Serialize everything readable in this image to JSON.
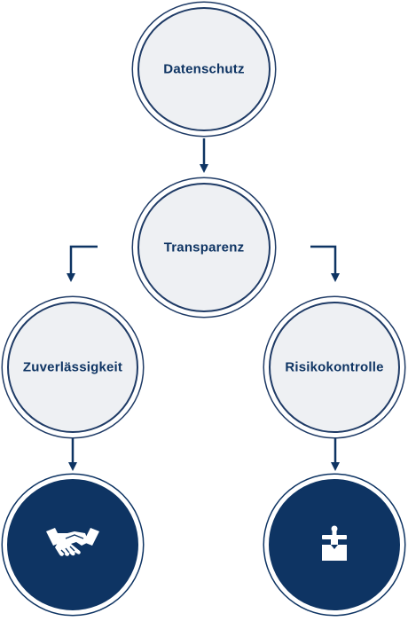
{
  "nodes": {
    "datenschutz": {
      "label": "Datenschutz"
    },
    "transparenz": {
      "label": "Transparenz"
    },
    "zuverlaessigkeit": {
      "label": "Zuverlässigkeit"
    },
    "risikokontrolle": {
      "label": "Risikokontrolle"
    }
  },
  "icons": {
    "left": "handshake-icon",
    "right": "anvil-icon"
  },
  "colors": {
    "navy": "#0e3463",
    "light_fill": "#eef0f3",
    "outline": "#1f3b66"
  }
}
